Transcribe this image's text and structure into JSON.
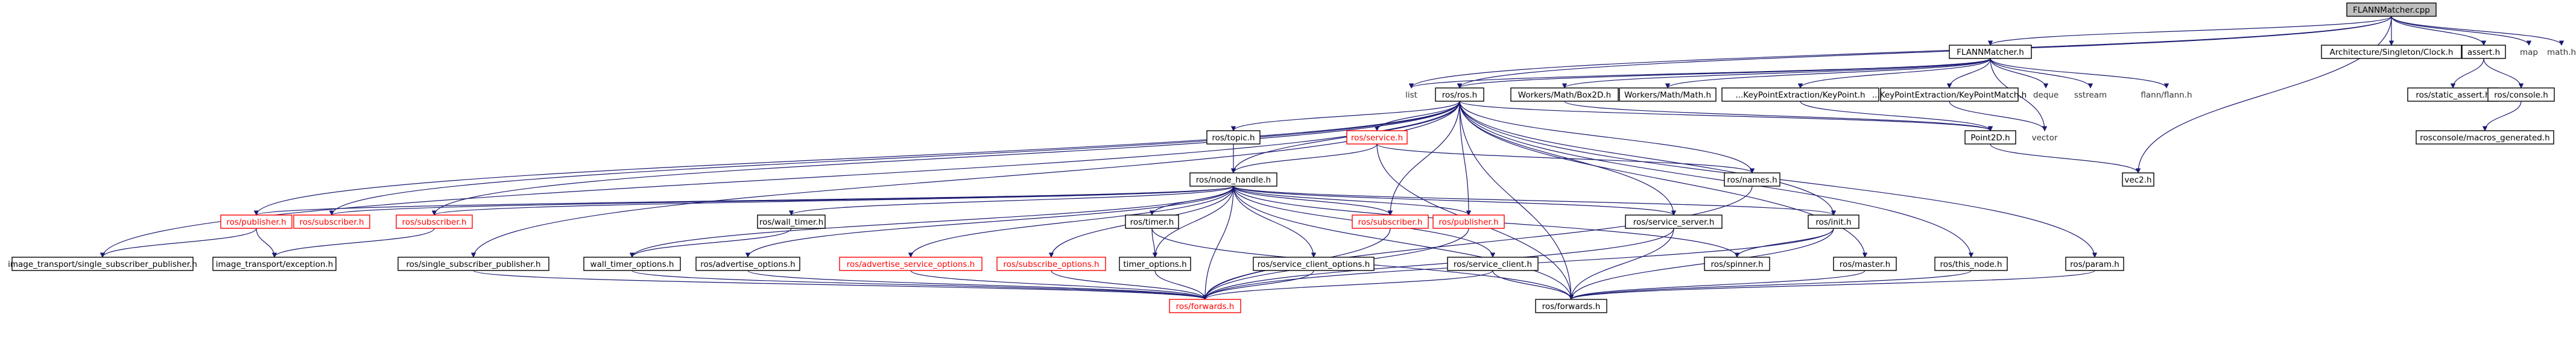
{
  "diagram": {
    "nodes": [
      {
        "id": "flannmatcher_cpp",
        "label": "FLANNMatcher.cpp",
        "style": "root"
      },
      {
        "id": "flannmatcher_h",
        "label": "FLANNMatcher.h"
      },
      {
        "id": "singleton_clock",
        "label": "Architecture/Singleton/Clock.h"
      },
      {
        "id": "assert_h",
        "label": "assert.h"
      },
      {
        "id": "map",
        "label": "map",
        "style": "plain"
      },
      {
        "id": "math_h",
        "label": "math.h",
        "style": "plain"
      },
      {
        "id": "list",
        "label": "list",
        "style": "plain"
      },
      {
        "id": "ros_h",
        "label": "ros/ros.h"
      },
      {
        "id": "mathbox2d",
        "label": "Workers/Math/Box2D.h"
      },
      {
        "id": "mathmath",
        "label": "Workers/Math/Math.h"
      },
      {
        "id": "kp_kp",
        "label": "...KeyPointExtraction/KeyPoint.h"
      },
      {
        "id": "kp_kpm",
        "label": "...KeyPointExtraction/KeyPointMatch.h"
      },
      {
        "id": "deque",
        "label": "deque",
        "style": "plain"
      },
      {
        "id": "sstream",
        "label": "sstream",
        "style": "plain"
      },
      {
        "id": "flann",
        "label": "flann/flann.h",
        "style": "plain"
      },
      {
        "id": "static_assert",
        "label": "ros/static_assert.h"
      },
      {
        "id": "ros_console",
        "label": "ros/console.h"
      },
      {
        "id": "macros_gen",
        "label": "rosconsole/macros_generated.h"
      },
      {
        "id": "vector",
        "label": "vector",
        "style": "plain"
      },
      {
        "id": "point2d",
        "label": "Point2D.h"
      },
      {
        "id": "vec2",
        "label": "vec2.h"
      },
      {
        "id": "ros_topic",
        "label": "ros/topic.h"
      },
      {
        "id": "ros_service",
        "label": "ros/service.h",
        "style": "red"
      },
      {
        "id": "ros_names",
        "label": "ros/names.h"
      },
      {
        "id": "node_handle",
        "label": "ros/node_handle.h"
      },
      {
        "id": "publisher_l",
        "label": "ros/publisher.h",
        "style": "red"
      },
      {
        "id": "subscriber_a",
        "label": "ros/subscriber.h",
        "style": "red"
      },
      {
        "id": "subscriber_b",
        "label": "ros/subscriber.h",
        "style": "red"
      },
      {
        "id": "wall_timer",
        "label": "ros/wall_timer.h"
      },
      {
        "id": "ros_timer",
        "label": "ros/timer.h"
      },
      {
        "id": "subscriber_c",
        "label": "ros/subscriber.h",
        "style": "red"
      },
      {
        "id": "publisher_c",
        "label": "ros/publisher.h",
        "style": "red"
      },
      {
        "id": "service_server",
        "label": "ros/service_server.h"
      },
      {
        "id": "ros_init",
        "label": "ros/init.h"
      },
      {
        "id": "it_ssp",
        "label": "image_transport/single_subscriber_publisher.h"
      },
      {
        "id": "it_exc",
        "label": "image_transport/exception.h"
      },
      {
        "id": "ros_ssp",
        "label": "ros/single_subscriber_publisher.h"
      },
      {
        "id": "wall_timer_opt",
        "label": "wall_timer_options.h"
      },
      {
        "id": "adv_opt",
        "label": "ros/advertise_options.h"
      },
      {
        "id": "adv_srv_opt",
        "label": "ros/advertise_service_options.h",
        "style": "red"
      },
      {
        "id": "sub_opt",
        "label": "ros/subscribe_options.h",
        "style": "red"
      },
      {
        "id": "timer_opt",
        "label": "timer_options.h"
      },
      {
        "id": "svc_client_opt",
        "label": "ros/service_client_options.h"
      },
      {
        "id": "svc_client",
        "label": "ros/service_client.h"
      },
      {
        "id": "ros_spinner",
        "label": "ros/spinner.h"
      },
      {
        "id": "ros_master",
        "label": "ros/master.h"
      },
      {
        "id": "this_node",
        "label": "ros/this_node.h"
      },
      {
        "id": "ros_param",
        "label": "ros/param.h"
      },
      {
        "id": "forwards_red",
        "label": "ros/forwards.h",
        "style": "red"
      },
      {
        "id": "forwards_black",
        "label": "ros/forwards.h"
      }
    ],
    "edges": [
      [
        "flannmatcher_cpp",
        "flannmatcher_h"
      ],
      [
        "flannmatcher_cpp",
        "singleton_clock"
      ],
      [
        "flannmatcher_cpp",
        "assert_h"
      ],
      [
        "flannmatcher_cpp",
        "map"
      ],
      [
        "flannmatcher_cpp",
        "math_h"
      ],
      [
        "flannmatcher_cpp",
        "ros_h"
      ],
      [
        "flannmatcher_cpp",
        "list"
      ],
      [
        "flannmatcher_cpp",
        "vec2"
      ],
      [
        "flannmatcher_h",
        "list"
      ],
      [
        "flannmatcher_h",
        "ros_h"
      ],
      [
        "flannmatcher_h",
        "mathbox2d"
      ],
      [
        "flannmatcher_h",
        "mathmath"
      ],
      [
        "flannmatcher_h",
        "kp_kp"
      ],
      [
        "flannmatcher_h",
        "kp_kpm"
      ],
      [
        "flannmatcher_h",
        "deque"
      ],
      [
        "flannmatcher_h",
        "sstream"
      ],
      [
        "flannmatcher_h",
        "flann"
      ],
      [
        "flannmatcher_h",
        "vector"
      ],
      [
        "assert_h",
        "static_assert"
      ],
      [
        "assert_h",
        "ros_console"
      ],
      [
        "ros_console",
        "macros_gen"
      ],
      [
        "mathbox2d",
        "point2d"
      ],
      [
        "kp_kp",
        "point2d"
      ],
      [
        "kp_kpm",
        "vector"
      ],
      [
        "point2d",
        "vec2"
      ],
      [
        "ros_h",
        "ros_topic"
      ],
      [
        "ros_h",
        "ros_service"
      ],
      [
        "ros_h",
        "ros_names"
      ],
      [
        "ros_h",
        "node_handle"
      ],
      [
        "ros_h",
        "publisher_l"
      ],
      [
        "ros_h",
        "subscriber_a"
      ],
      [
        "ros_h",
        "subscriber_b"
      ],
      [
        "ros_h",
        "subscriber_c"
      ],
      [
        "ros_h",
        "publisher_c"
      ],
      [
        "ros_h",
        "service_server"
      ],
      [
        "ros_h",
        "ros_init"
      ],
      [
        "ros_h",
        "ros_master"
      ],
      [
        "ros_h",
        "this_node"
      ],
      [
        "ros_h",
        "ros_param"
      ],
      [
        "ros_h",
        "point2d"
      ],
      [
        "ros_h",
        "it_ssp"
      ],
      [
        "ros_h",
        "ros_ssp"
      ],
      [
        "ros_h",
        "forwards_black"
      ],
      [
        "ros_topic",
        "node_handle"
      ],
      [
        "ros_service",
        "node_handle"
      ],
      [
        "ros_service",
        "ros_names"
      ],
      [
        "ros_service",
        "forwards_black"
      ],
      [
        "node_handle",
        "publisher_l"
      ],
      [
        "node_handle",
        "subscriber_a"
      ],
      [
        "node_handle",
        "subscriber_b"
      ],
      [
        "node_handle",
        "wall_timer"
      ],
      [
        "node_handle",
        "ros_timer"
      ],
      [
        "node_handle",
        "subscriber_c"
      ],
      [
        "node_handle",
        "publisher_c"
      ],
      [
        "node_handle",
        "service_server"
      ],
      [
        "node_handle",
        "ros_init"
      ],
      [
        "node_handle",
        "wall_timer_opt"
      ],
      [
        "node_handle",
        "adv_opt"
      ],
      [
        "node_handle",
        "adv_srv_opt"
      ],
      [
        "node_handle",
        "sub_opt"
      ],
      [
        "node_handle",
        "timer_opt"
      ],
      [
        "node_handle",
        "svc_client_opt"
      ],
      [
        "node_handle",
        "svc_client"
      ],
      [
        "node_handle",
        "ros_spinner"
      ],
      [
        "node_handle",
        "forwards_red"
      ],
      [
        "node_handle",
        "forwards_black"
      ],
      [
        "publisher_l",
        "it_ssp"
      ],
      [
        "publisher_l",
        "it_exc"
      ],
      [
        "subscriber_b",
        "it_exc"
      ],
      [
        "wall_timer",
        "wall_timer_opt"
      ],
      [
        "ros_timer",
        "timer_opt"
      ],
      [
        "ros_timer",
        "forwards_black"
      ],
      [
        "subscriber_c",
        "forwards_red"
      ],
      [
        "publisher_c",
        "forwards_red"
      ],
      [
        "service_server",
        "forwards_red"
      ],
      [
        "service_server",
        "forwards_black"
      ],
      [
        "ros_names",
        "forwards_red"
      ],
      [
        "ros_init",
        "ros_spinner"
      ],
      [
        "ros_init",
        "forwards_red"
      ],
      [
        "ros_init",
        "forwards_black"
      ],
      [
        "ros_ssp",
        "forwards_red"
      ],
      [
        "wall_timer_opt",
        "forwards_red"
      ],
      [
        "adv_opt",
        "forwards_red"
      ],
      [
        "adv_srv_opt",
        "forwards_red"
      ],
      [
        "sub_opt",
        "forwards_red"
      ],
      [
        "timer_opt",
        "forwards_red"
      ],
      [
        "svc_client_opt",
        "forwards_red"
      ],
      [
        "svc_client",
        "forwards_red"
      ],
      [
        "svc_client",
        "forwards_black"
      ],
      [
        "ros_master",
        "forwards_black"
      ],
      [
        "this_node",
        "forwards_black"
      ],
      [
        "ros_param",
        "forwards_black"
      ]
    ]
  }
}
